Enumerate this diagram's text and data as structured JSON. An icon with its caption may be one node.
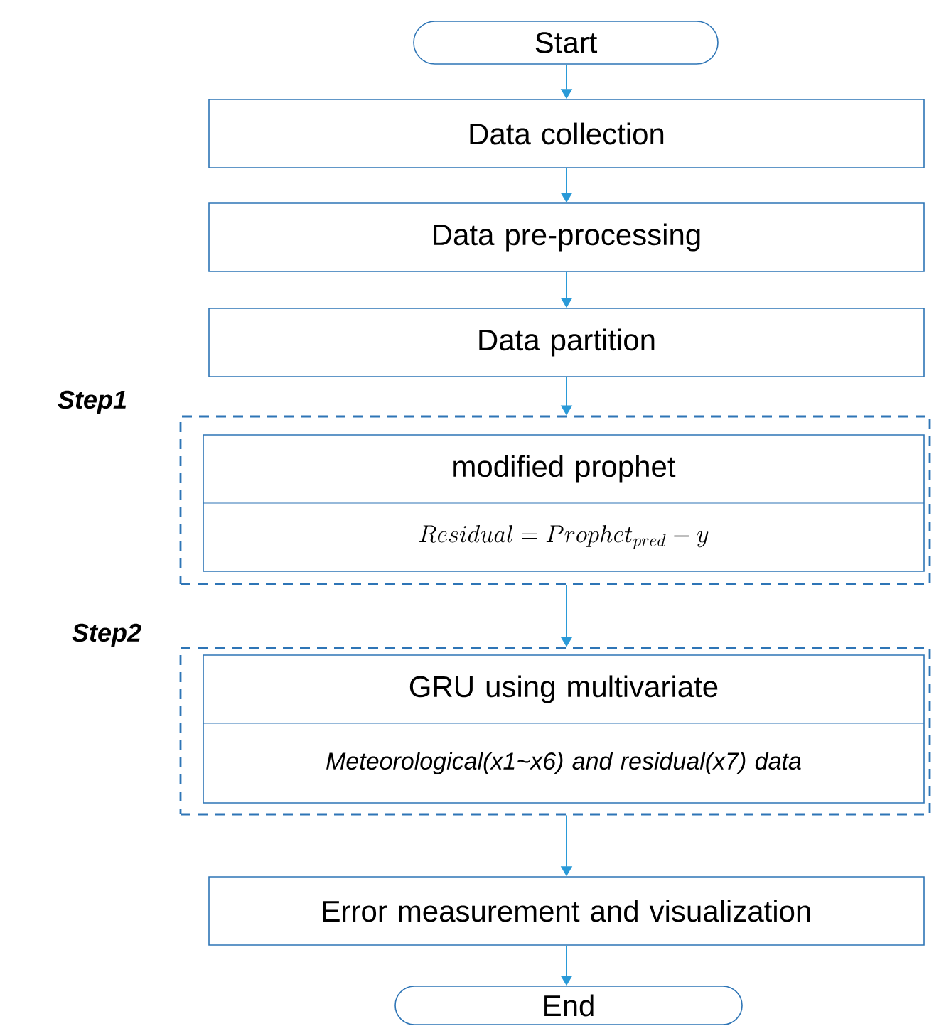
{
  "diagram": {
    "nodes": [
      {
        "text": [
          "Start"
        ]
      },
      {
        "text": [
          "Data collection"
        ]
      },
      {
        "text": [
          "Data pre-processing"
        ]
      },
      {
        "text": [
          "Data partition"
        ]
      },
      {
        "text": [
          "Step1"
        ]
      },
      {
        "text": [
          "modified prophet",
          "Residual = Prophet_{pred} - y"
        ],
        "in": 4
      },
      {
        "text": [
          "Step2"
        ]
      },
      {
        "text": [
          "GRU using multivariate",
          "Meteorological(x1~x6) and residual(x7) data"
        ],
        "in": 6
      },
      {
        "text": [
          "Error measurement and visualization"
        ]
      },
      {
        "text": [
          "End"
        ]
      }
    ],
    "edges": [
      {
        "from": 0,
        "to": 1,
        "arrow": "to"
      },
      {
        "from": 1,
        "to": 2,
        "arrow": "to"
      },
      {
        "from": 2,
        "to": 3,
        "arrow": "to"
      },
      {
        "from": 3,
        "to": 4,
        "arrow": "to"
      },
      {
        "from": 4,
        "to": 6,
        "arrow": "to"
      },
      {
        "from": 6,
        "to": 8,
        "arrow": "to"
      },
      {
        "from": 8,
        "to": 9,
        "arrow": "to"
      }
    ]
  }
}
